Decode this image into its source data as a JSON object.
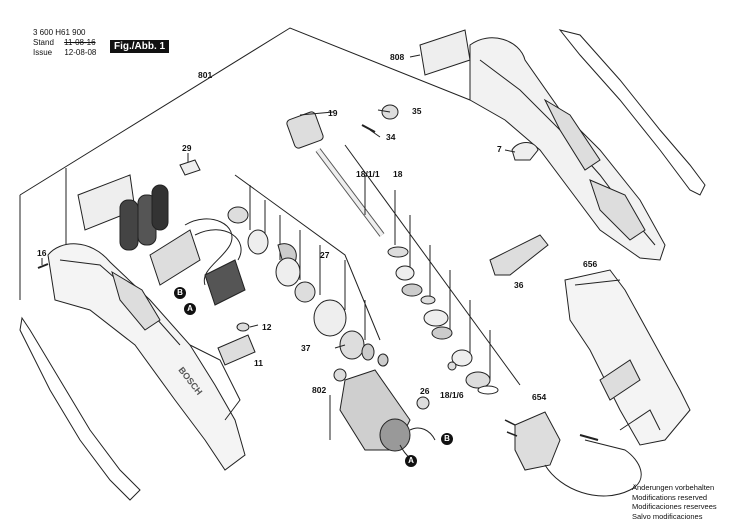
{
  "header": {
    "doc_number": "3 600 H61 900",
    "stand_label": "Stand",
    "issue_label": "Issue",
    "date_old": "11-08-16",
    "date_new": "12-08-08",
    "figure": "Fig./Abb. 1"
  },
  "parts": [
    {
      "id": "801",
      "text": "801"
    },
    {
      "id": "808",
      "text": "808"
    },
    {
      "id": "19",
      "text": "19"
    },
    {
      "id": "35",
      "text": "35"
    },
    {
      "id": "34",
      "text": "34"
    },
    {
      "id": "29",
      "text": "29"
    },
    {
      "id": "7",
      "text": "7"
    },
    {
      "id": "18-1-1",
      "text": "18/1/1"
    },
    {
      "id": "18",
      "text": "18"
    },
    {
      "id": "16",
      "text": "16"
    },
    {
      "id": "27",
      "text": "27"
    },
    {
      "id": "36",
      "text": "36"
    },
    {
      "id": "656",
      "text": "656"
    },
    {
      "id": "12",
      "text": "12"
    },
    {
      "id": "11",
      "text": "11"
    },
    {
      "id": "37",
      "text": "37"
    },
    {
      "id": "802",
      "text": "802"
    },
    {
      "id": "26",
      "text": "26"
    },
    {
      "id": "18-1-6",
      "text": "18/1/6"
    },
    {
      "id": "654",
      "text": "654"
    }
  ],
  "markers": [
    {
      "id": "b-upper",
      "text": "B"
    },
    {
      "id": "a-upper",
      "text": "A"
    },
    {
      "id": "b-lower",
      "text": "B"
    },
    {
      "id": "a-lower",
      "text": "A"
    }
  ],
  "notes": [
    "Änderungen vorbehalten",
    "Modifications reserved",
    "Modificaciones reservees",
    "Salvo modificaciones"
  ]
}
